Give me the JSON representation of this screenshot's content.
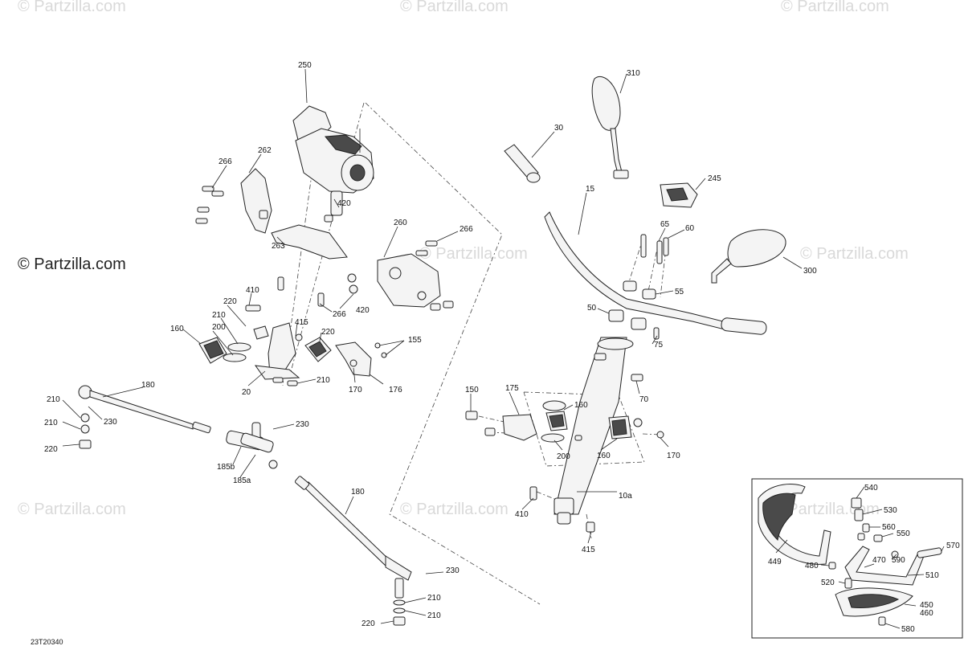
{
  "watermark": {
    "main": "© Partzilla.com",
    "faint": "© Partzilla.com"
  },
  "diagram_code": "23T20340",
  "callouts": [
    {
      "id": "250",
      "label": "250"
    },
    {
      "id": "262",
      "label": "262"
    },
    {
      "id": "266a",
      "label": "266"
    },
    {
      "id": "263",
      "label": "263"
    },
    {
      "id": "420a",
      "label": "420"
    },
    {
      "id": "260",
      "label": "260"
    },
    {
      "id": "266b",
      "label": "266"
    },
    {
      "id": "266c",
      "label": "266"
    },
    {
      "id": "420b",
      "label": "420"
    },
    {
      "id": "410a",
      "label": "410"
    },
    {
      "id": "220a",
      "label": "220"
    },
    {
      "id": "210a",
      "label": "210"
    },
    {
      "id": "200a",
      "label": "200"
    },
    {
      "id": "160a",
      "label": "160"
    },
    {
      "id": "415a",
      "label": "415"
    },
    {
      "id": "220b",
      "label": "220"
    },
    {
      "id": "155",
      "label": "155"
    },
    {
      "id": "210b",
      "label": "210"
    },
    {
      "id": "20",
      "label": "20"
    },
    {
      "id": "170a",
      "label": "170"
    },
    {
      "id": "176",
      "label": "176"
    },
    {
      "id": "180a",
      "label": "180"
    },
    {
      "id": "210c",
      "label": "210"
    },
    {
      "id": "230a",
      "label": "230"
    },
    {
      "id": "210d",
      "label": "210"
    },
    {
      "id": "220c",
      "label": "220"
    },
    {
      "id": "230b",
      "label": "230"
    },
    {
      "id": "185b",
      "label": "185b"
    },
    {
      "id": "185a",
      "label": "185a"
    },
    {
      "id": "180b",
      "label": "180"
    },
    {
      "id": "230c",
      "label": "230"
    },
    {
      "id": "210e",
      "label": "210"
    },
    {
      "id": "210f",
      "label": "210"
    },
    {
      "id": "220d",
      "label": "220"
    },
    {
      "id": "310",
      "label": "310"
    },
    {
      "id": "30",
      "label": "30"
    },
    {
      "id": "245",
      "label": "245"
    },
    {
      "id": "15",
      "label": "15"
    },
    {
      "id": "65",
      "label": "65"
    },
    {
      "id": "60",
      "label": "60"
    },
    {
      "id": "300",
      "label": "300"
    },
    {
      "id": "55",
      "label": "55"
    },
    {
      "id": "50",
      "label": "50"
    },
    {
      "id": "75",
      "label": "75"
    },
    {
      "id": "70",
      "label": "70"
    },
    {
      "id": "150",
      "label": "150"
    },
    {
      "id": "175",
      "label": "175"
    },
    {
      "id": "160b",
      "label": "160"
    },
    {
      "id": "200b",
      "label": "200"
    },
    {
      "id": "160c",
      "label": "160"
    },
    {
      "id": "170b",
      "label": "170"
    },
    {
      "id": "410b",
      "label": "410"
    },
    {
      "id": "10a",
      "label": "10a"
    },
    {
      "id": "415b",
      "label": "415"
    },
    {
      "id": "540",
      "label": "540"
    },
    {
      "id": "530",
      "label": "530"
    },
    {
      "id": "560",
      "label": "560"
    },
    {
      "id": "550",
      "label": "550"
    },
    {
      "id": "449",
      "label": "449"
    },
    {
      "id": "480",
      "label": "480"
    },
    {
      "id": "590",
      "label": "590"
    },
    {
      "id": "470",
      "label": "470"
    },
    {
      "id": "570",
      "label": "570"
    },
    {
      "id": "520",
      "label": "520"
    },
    {
      "id": "510",
      "label": "510"
    },
    {
      "id": "450",
      "label": "450"
    },
    {
      "id": "460",
      "label": "460"
    },
    {
      "id": "580",
      "label": "580"
    }
  ]
}
